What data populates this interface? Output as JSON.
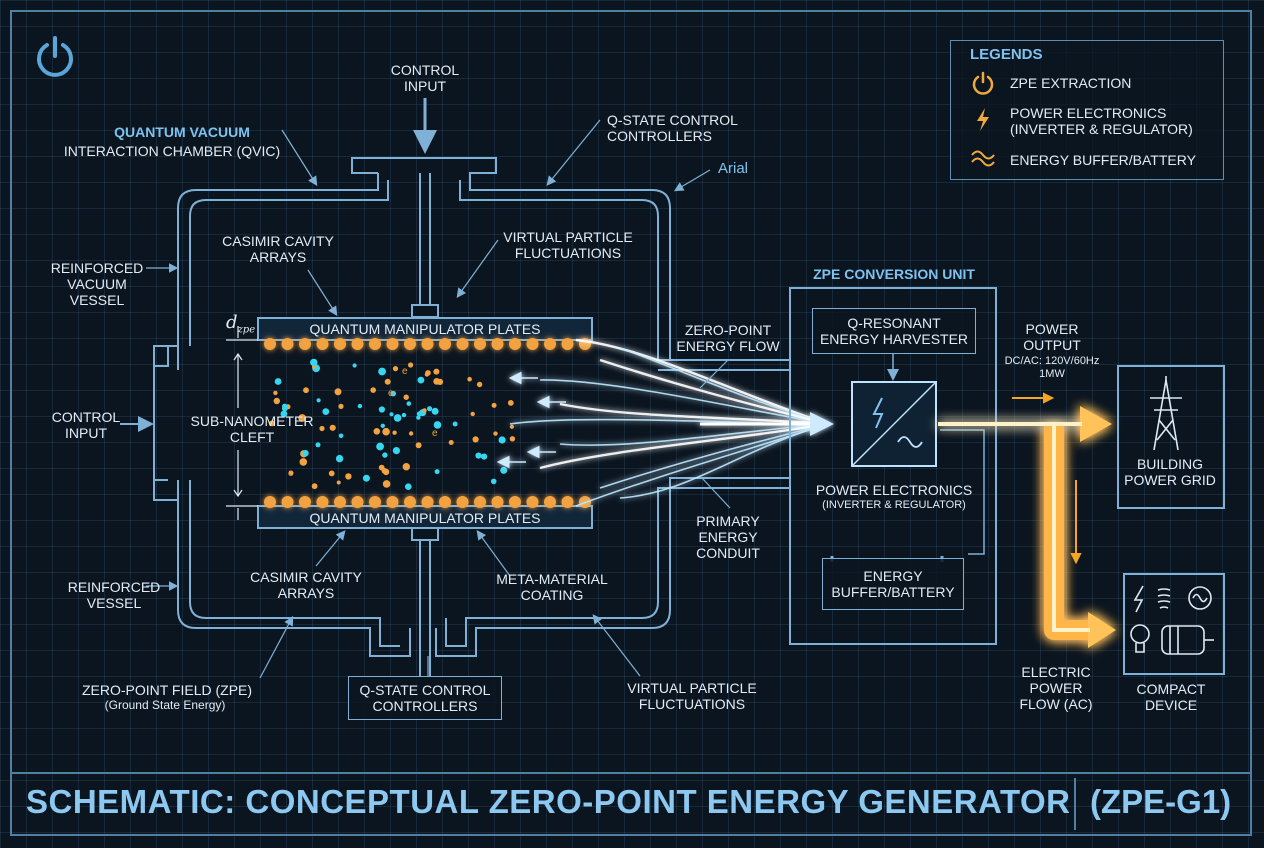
{
  "title": {
    "main": "SCHEMATIC: CONCEPTUAL ZERO-POINT ENERGY GENERATOR",
    "code": "(ZPE-G1)"
  },
  "legend": {
    "heading": "LEGENDS",
    "items": [
      {
        "icon": "power-icon",
        "label": "ZPE EXTRACTION",
        "color": "#f2a93b"
      },
      {
        "icon": "lightning-icon",
        "label": "POWER ELECTRONICS\n(INVERTER & REGULATOR)",
        "color": "#f2a93b"
      },
      {
        "icon": "wave-icon",
        "label": "ENERGY BUFFER/BATTERY",
        "color": "#f2a93b"
      }
    ]
  },
  "chamber": {
    "title": "QUANTUM VACUUM",
    "subtitle": "INTERACTION CHAMBER (QVIC)",
    "control_input_top": "CONTROL\nINPUT",
    "qstate_top": "Q-STATE CONTROL\nCONTROLLERS",
    "arial_label": "Arial",
    "casimir_top": "CASIMIR CAVITY\nARRAYS",
    "virtual_top": "VIRTUAL PARTICLE\nFLUCTUATIONS",
    "reinforced_vacuum_vessel": "REINFORCED\nVACUUM\nVESSEL",
    "control_input_left": "CONTROL\nINPUT",
    "reinforced_vessel": "REINFORCED\nVESSEL",
    "d_symbol": "d",
    "d_subscript": "zpe",
    "top_plate": "QUANTUM MANIPULATOR PLATES",
    "bottom_plate": "QUANTUM MANIPULATOR PLATES",
    "cleft": "SUB-NANOMETER\nCLEFT",
    "casimir_bottom": "CASIMIR CAVITY\nARRAYS",
    "meta_material": "META-MATERIAL\nCOATING",
    "zpf": "ZERO-POINT FIELD (ZPE)",
    "zpf_sub": "(Ground State Energy)",
    "qstate_bottom": "Q-STATE CONTROL\nCONTROLLERS",
    "virtual_bottom": "VIRTUAL PARTICLE\nFLUCTUATIONS",
    "zero_point_flow": "ZERO-POINT\nENERGY FLOW",
    "primary_conduit": "PRIMARY\nENERGY\nCONDUIT",
    "particle_label": "e"
  },
  "conversion": {
    "title": "ZPE CONVERSION UNIT",
    "harvester": "Q-RESONANT\nENERGY HARVESTER",
    "power_electronics": "POWER ELECTRONICS",
    "power_electronics_sub": "(INVERTER & REGULATOR)",
    "buffer": "ENERGY\nBUFFER/BATTERY"
  },
  "output": {
    "power_output": "POWER\nOUTPUT",
    "power_spec": "DC/AC: 120V/60Hz\n1MW",
    "grid": "BUILDING\nPOWER GRID",
    "electric_flow": "ELECTRIC\nPOWER\nFLOW (AC)",
    "compact_device": "COMPACT DEVICE"
  },
  "colors": {
    "line": "#7fb1d6",
    "accent": "#7ec3f0",
    "energy_blue": "#bfe8ff",
    "energy_orange": "#f5a623",
    "particle_cyan": "#35d6f0",
    "particle_orange": "#f2a240"
  }
}
